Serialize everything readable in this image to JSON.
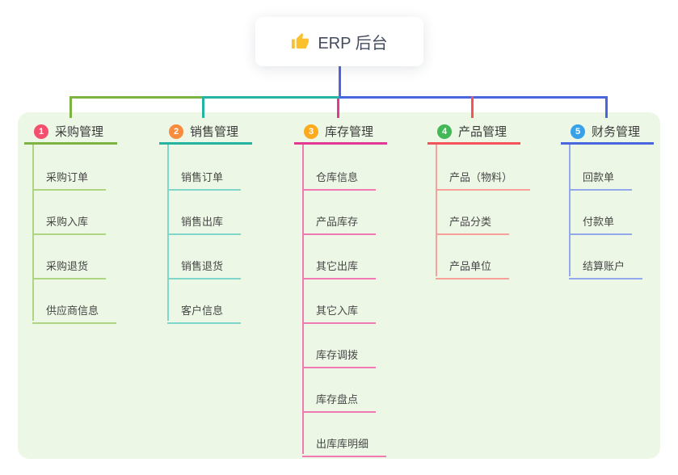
{
  "root": {
    "label": "ERP 后台",
    "icon": "thumbs-up-icon",
    "connector_color": "#5164dc"
  },
  "panel": {
    "background": "#ecf7e6"
  },
  "branches": [
    {
      "index": "1",
      "label": "采购管理",
      "line_color": "#7cb342",
      "child_line_color": "#aed581",
      "badge_color": "#f4506e",
      "children": [
        "采购订单",
        "采购入库",
        "采购退货",
        "供应商信息"
      ]
    },
    {
      "index": "2",
      "label": "销售管理",
      "line_color": "#25b3a2",
      "child_line_color": "#81d6ca",
      "badge_color": "#f98c3c",
      "children": [
        "销售订单",
        "销售出库",
        "销售退货",
        "客户信息"
      ]
    },
    {
      "index": "3",
      "label": "库存管理",
      "line_color": "#e23a92",
      "child_line_color": "#f07ab2",
      "badge_color": "#fbab1c",
      "children": [
        "仓库信息",
        "产品库存",
        "其它出库",
        "其它入库",
        "库存调拨",
        "库存盘点",
        "出库库明细"
      ]
    },
    {
      "index": "4",
      "label": "产品管理",
      "line_color": "#f5535a",
      "child_line_color": "#f9a09b",
      "badge_color": "#44b757",
      "children": [
        "产品（物料）",
        "产品分类",
        "产品单位"
      ]
    },
    {
      "index": "5",
      "label": "财务管理",
      "line_color": "#4a66de",
      "child_line_color": "#94a9eb",
      "badge_color": "#38a1e8",
      "children": [
        "回款单",
        "付款单",
        "结算账户"
      ]
    }
  ]
}
